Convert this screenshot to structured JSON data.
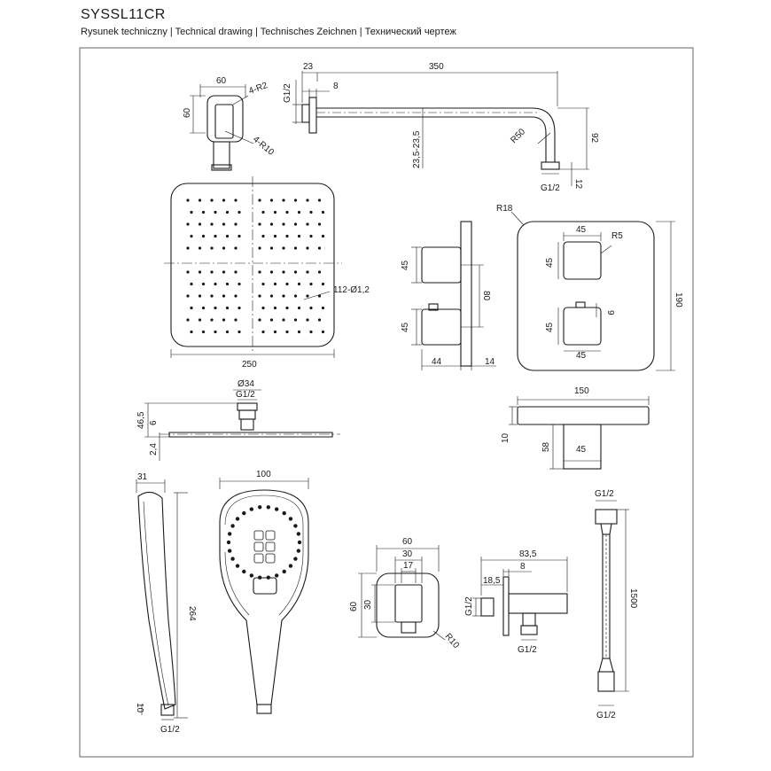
{
  "header": {
    "title": "SYSSL11CR",
    "subtitle": "Rysunek techniczny | Technical drawing | Technisches Zeichnen | Технический чертеж"
  },
  "dims": {
    "d60": "60",
    "d4r2": "4-R2",
    "d4r10": "4-R10",
    "d23": "23",
    "d350": "350",
    "dg12": "G1/2",
    "d8": "8",
    "d235": "23,5-23,5",
    "dr50": "R50",
    "d92": "92",
    "d12": "12",
    "d250": "250",
    "d112": "112-Ø1,2",
    "d45": "45",
    "d80": "80",
    "d44": "44",
    "d14": "14",
    "dr18": "R18",
    "dr5": "R5",
    "d190": "190",
    "d9": "9",
    "d34": "Ø34",
    "d465": "46,5",
    "d6": "6",
    "d24": "2,4",
    "d150": "150",
    "d10": "10",
    "d58": "58",
    "d31": "31",
    "d100": "100",
    "d264": "264",
    "d30": "30",
    "d17": "17",
    "d835": "83,5",
    "d185": "18,5",
    "dr10": "R10",
    "d1500": "1500"
  }
}
